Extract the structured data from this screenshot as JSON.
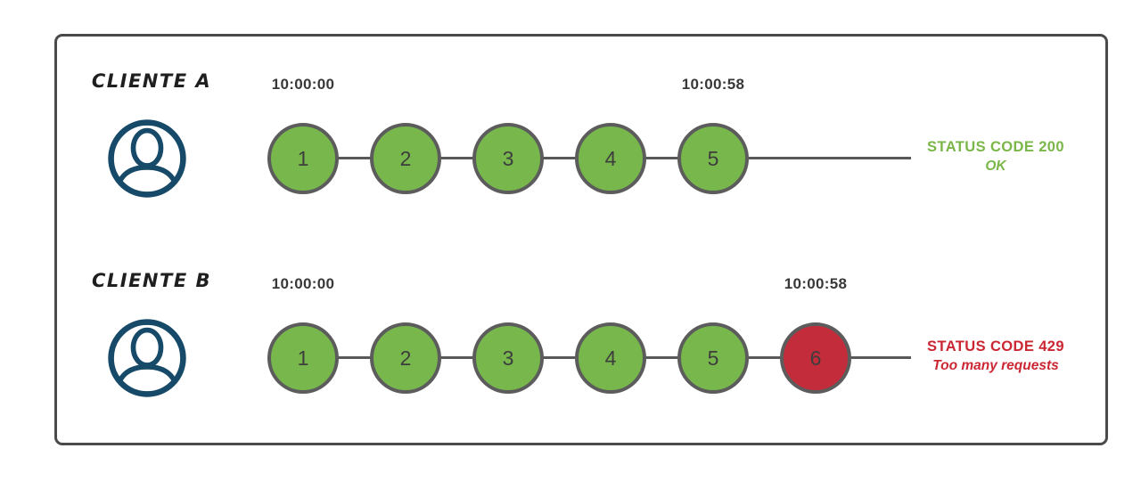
{
  "colors": {
    "ok_fill": "#77b74c",
    "limited_fill": "#c32c3a",
    "circle_border": "#5c5c5c",
    "line": "#58595b",
    "frame_border": "#4a4a4a",
    "avatar": "#174a68",
    "ok_text": "#7ab648",
    "limited_text": "#cb2733",
    "label_text": "#1f1f1f",
    "time_text": "#383838",
    "number_text": "#3d3d3d"
  },
  "rows": [
    {
      "client_label": "CLIENTE A",
      "start_time": "10:00:00",
      "end_time": "10:00:58",
      "requests": [
        {
          "label": "1",
          "state": "ok"
        },
        {
          "label": "2",
          "state": "ok"
        },
        {
          "label": "3",
          "state": "ok"
        },
        {
          "label": "4",
          "state": "ok"
        },
        {
          "label": "5",
          "state": "ok"
        }
      ],
      "status": {
        "code_line": "STATUS CODE 200",
        "message_line": "OK",
        "state": "ok"
      }
    },
    {
      "client_label": "CLIENTE B",
      "start_time": "10:00:00",
      "end_time": "10:00:58",
      "requests": [
        {
          "label": "1",
          "state": "ok"
        },
        {
          "label": "2",
          "state": "ok"
        },
        {
          "label": "3",
          "state": "ok"
        },
        {
          "label": "4",
          "state": "ok"
        },
        {
          "label": "5",
          "state": "ok"
        },
        {
          "label": "6",
          "state": "limited"
        }
      ],
      "status": {
        "code_line": "STATUS CODE 429",
        "message_line": "Too many requests",
        "state": "limited"
      }
    }
  ]
}
